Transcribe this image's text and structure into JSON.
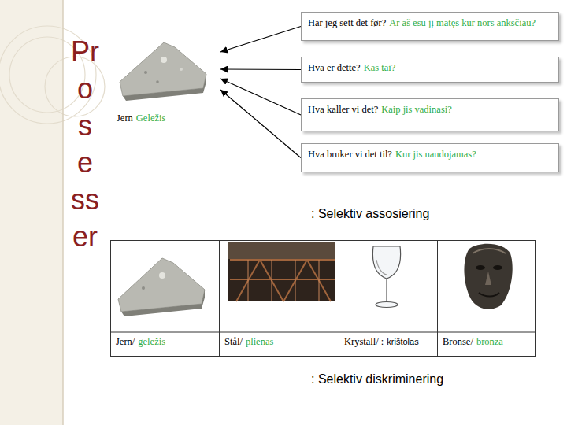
{
  "diagram": {
    "title": "Prosesser",
    "nodes": [
      {
        "text": [
          "Jern",
          "Geležis"
        ]
      },
      {
        "text": [
          "Har jeg sett det før?",
          "Ar aš esu jį matęs kur nors anksčiau?"
        ]
      },
      {
        "text": [
          "Hva er dette?",
          "Kas tai?"
        ]
      },
      {
        "text": [
          "Hva kaller vi det?",
          "Kaip jis vadinasi?"
        ]
      },
      {
        "text": [
          "Hva bruker vi det til?",
          "Kur jis naudojamas?"
        ]
      },
      {
        "text": [
          "Jern/",
          "geležis"
        ]
      },
      {
        "text": [
          "Stål/",
          "plienas"
        ]
      },
      {
        "text": [
          "Krystall/ :",
          "krištolas"
        ]
      },
      {
        "text": [
          "Bronse/",
          "bronza"
        ]
      }
    ],
    "edges": [
      {
        "from": 1,
        "to": 0,
        "arrow": "to"
      },
      {
        "from": 2,
        "to": 0,
        "arrow": "to"
      },
      {
        "from": 3,
        "to": 0,
        "arrow": "to"
      },
      {
        "from": 4,
        "to": 0,
        "arrow": "to"
      }
    ],
    "labels": [
      ": Selektiv assosiering",
      ": Selektiv diskriminering"
    ]
  }
}
